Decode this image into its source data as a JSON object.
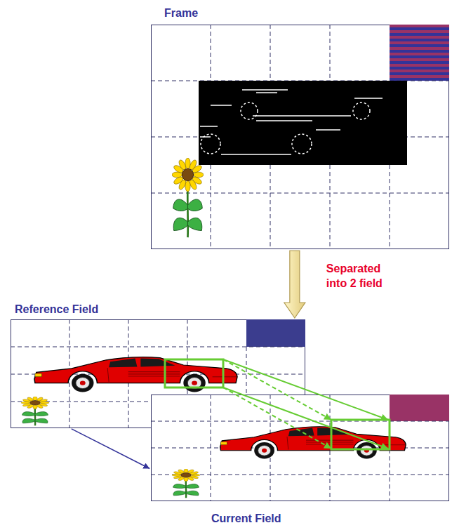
{
  "diagram": {
    "nodes": [
      {
        "text": [
          "Frame"
        ]
      },
      {
        "text": [
          "Reference Field"
        ]
      },
      {
        "text": [
          "Current Field"
        ]
      }
    ],
    "edges": [
      {
        "from": 0,
        "to": 1,
        "arrow": "to",
        "label": "Separated into 2 field"
      },
      {
        "from": 1,
        "to": 2,
        "arrow": "to"
      }
    ]
  }
}
